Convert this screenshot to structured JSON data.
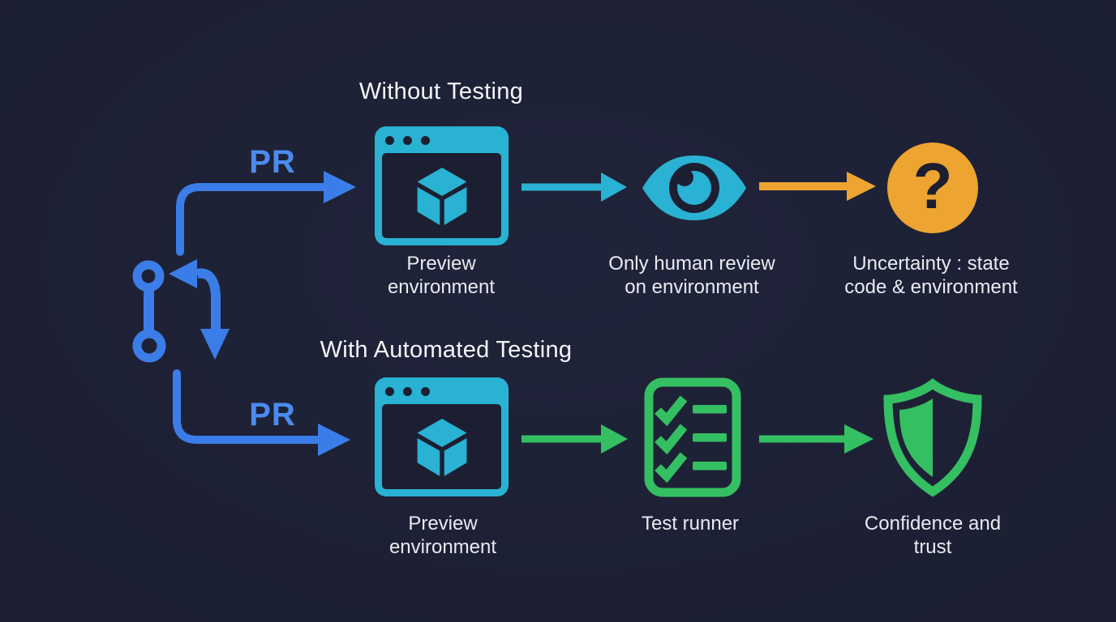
{
  "colors": {
    "bg": "#1c1f32",
    "blue": "#3b7de8",
    "pr": "#4a8bf0",
    "cyan": "#29b2d3",
    "orange": "#eda431",
    "green": "#34bf63",
    "label": "#e9ebf1",
    "title": "#f4f5f8"
  },
  "diagram": {
    "source_icon": "git-pull-request-icon",
    "rows": [
      {
        "title": "Without Testing",
        "pr_label": "PR",
        "steps": [
          {
            "icon": "browser-preview-icon",
            "label_lines": [
              "Preview",
              "environment"
            ]
          },
          {
            "icon": "eye-icon",
            "label_lines": [
              "Only human review",
              "on environment"
            ]
          },
          {
            "icon": "question-mark-icon",
            "glyph": "?",
            "label_lines": [
              "Uncertainty : state",
              "code & environment"
            ]
          }
        ]
      },
      {
        "title": "With Automated Testing",
        "pr_label": "PR",
        "steps": [
          {
            "icon": "browser-preview-icon",
            "label_lines": [
              "Preview",
              "environment"
            ]
          },
          {
            "icon": "checklist-icon",
            "label_lines": [
              "Test runner"
            ]
          },
          {
            "icon": "shield-check-icon",
            "label_lines": [
              "Confidence and",
              "trust"
            ]
          }
        ]
      }
    ]
  }
}
